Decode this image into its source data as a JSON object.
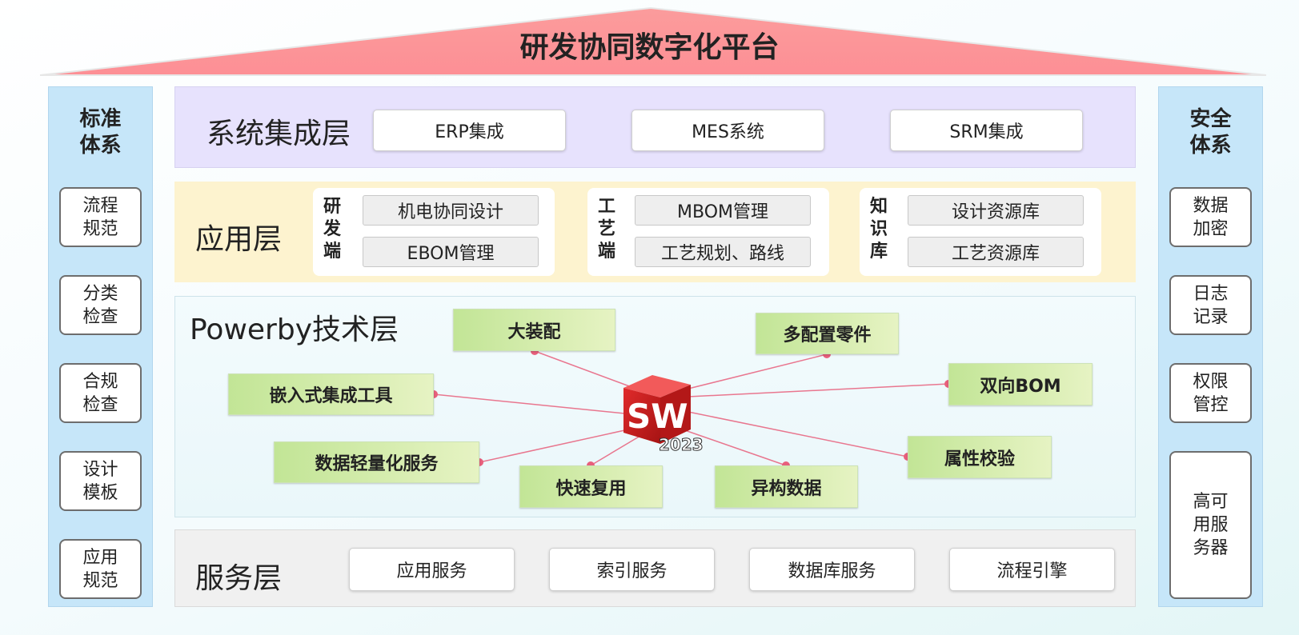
{
  "title": "研发协同数字化平台",
  "left_column": {
    "title": "标准\n体系",
    "items": [
      "流程\n规范",
      "分类\n检查",
      "合规\n检查",
      "设计\n模板",
      "应用\n规范"
    ]
  },
  "right_column": {
    "title": "安全\n体系",
    "items": [
      "数据\n加密",
      "日志\n记录",
      "权限\n管控",
      "高可\n用服\n务器"
    ]
  },
  "system_layer": {
    "title": "系统集成层",
    "items": [
      "ERP集成",
      "MES系统",
      "SRM集成"
    ]
  },
  "app_layer": {
    "title": "应用层",
    "groups": [
      {
        "label": "研\n发\n端",
        "items": [
          "机电协同设计",
          "EBOM管理"
        ]
      },
      {
        "label": "工\n艺\n端",
        "items": [
          "MBOM管理",
          "工艺规划、路线"
        ]
      },
      {
        "label": "知\n识\n库",
        "items": [
          "设计资源库",
          "工艺资源库"
        ]
      }
    ]
  },
  "tech_layer": {
    "title": "Powerby技术层",
    "logo": {
      "letters": "SW",
      "year": "2023"
    },
    "nodes": [
      "大装配",
      "多配置零件",
      "嵌入式集成工具",
      "双向BOM",
      "数据轻量化服务",
      "属性校验",
      "快速复用",
      "异构数据"
    ]
  },
  "service_layer": {
    "title": "服务层",
    "items": [
      "应用服务",
      "索引服务",
      "数据库服务",
      "流程引擎"
    ]
  },
  "colors": {
    "roof": "#fb9c9c",
    "system_bg": "#e7e2fd",
    "app_bg": "#fdf3cf",
    "tech_bg": "#f1fbfc",
    "service_bg": "#f0f0f0",
    "side_bg": "#c6e6f9",
    "node_green": "#c2e596",
    "connector": "#e8607c"
  }
}
